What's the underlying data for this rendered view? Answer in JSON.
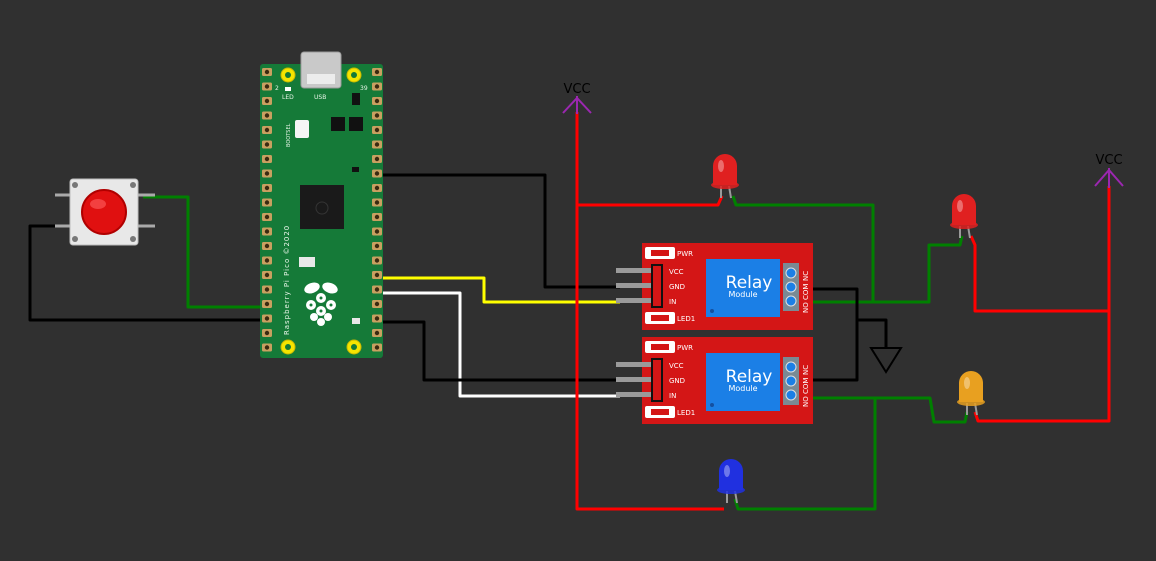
{
  "power_labels": {
    "vcc_left": "VCC",
    "vcc_right": "VCC"
  },
  "pico": {
    "name": "Raspberry Pi Pico ©2020",
    "usb": "USB",
    "led": "LED",
    "bootsel": "BOOTSEL",
    "pin_left": "2",
    "pin_right": "39"
  },
  "relays": [
    {
      "title": "Relay",
      "subtitle": "Module",
      "pwr": "PWR",
      "led1": "LED1",
      "pins": [
        "VCC",
        "GND",
        "IN"
      ],
      "terminals": [
        "NO",
        "COM",
        "NC"
      ]
    },
    {
      "title": "Relay",
      "subtitle": "Module",
      "pwr": "PWR",
      "led1": "LED1",
      "pins": [
        "VCC",
        "GND",
        "IN"
      ],
      "terminals": [
        "NO",
        "COM",
        "NC"
      ]
    }
  ],
  "leds": [
    {
      "name": "led-red-top",
      "color": "#e02020"
    },
    {
      "name": "led-red-right",
      "color": "#e02020"
    },
    {
      "name": "led-amber",
      "color": "#e8a020"
    },
    {
      "name": "led-blue",
      "color": "#2030e0"
    }
  ],
  "colors": {
    "board_green": "#157a38",
    "relay_red": "#d41616",
    "relay_blue": "#1b7fe6",
    "wire_red": "#ff0000",
    "wire_green": "#008000",
    "wire_black": "#000000",
    "wire_yellow": "#ffff00",
    "wire_white": "#ffffff",
    "vcc_purple": "#9b27b0"
  }
}
